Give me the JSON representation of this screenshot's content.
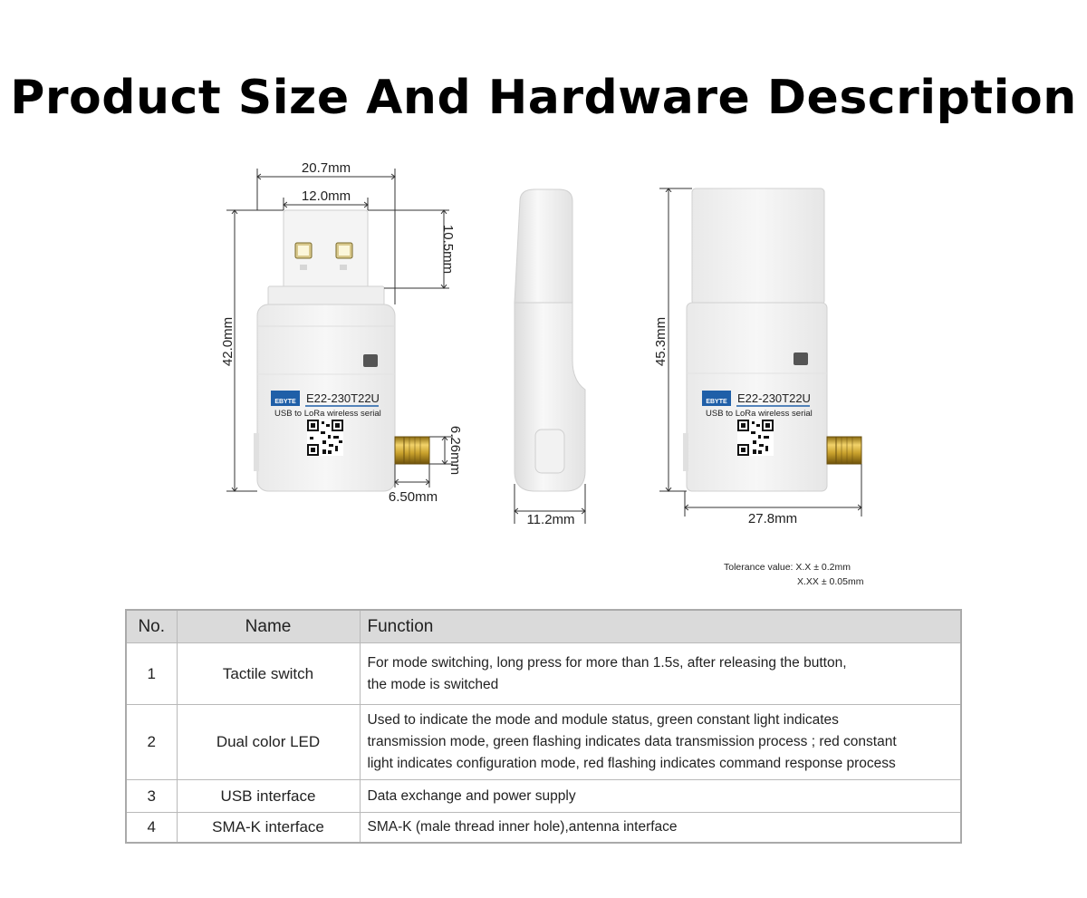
{
  "title": "Product Size And Hardware Description",
  "device": {
    "model": "E22-230T22U",
    "subtitle": "USB to LoRa wireless serial",
    "brand": "EBYTE"
  },
  "dimensions": {
    "front_width": "20.7mm",
    "usb_width": "12.0mm",
    "usb_height": "10.5mm",
    "total_height": "42.0mm",
    "sma_height": "6.26mm",
    "sma_length": "6.50mm",
    "thickness": "11.2mm",
    "back_height": "45.3mm",
    "back_width": "27.8mm"
  },
  "tolerance": {
    "line1": "Tolerance value: X.X ± 0.2mm",
    "line2": "X.XX ± 0.05mm"
  },
  "table": {
    "headers": {
      "no": "No.",
      "name": "Name",
      "function": "Function"
    },
    "rows": [
      {
        "no": "1",
        "name": "Tactile switch",
        "function": [
          "For mode switching, long press for more than 1.5s, after releasing the button,",
          "the mode is switched"
        ]
      },
      {
        "no": "2",
        "name": "Dual color LED",
        "function": [
          "Used to indicate the mode and module status, green constant light indicates",
          "transmission mode, green flashing indicates data transmission process ; red constant",
          "light indicates configuration mode, red flashing indicates command response process"
        ]
      },
      {
        "no": "3",
        "name": "USB interface",
        "function": [
          "Data exchange and power supply"
        ]
      },
      {
        "no": "4",
        "name": "SMA-K interface",
        "function": [
          "SMA-K (male thread inner hole),antenna interface"
        ]
      }
    ]
  }
}
